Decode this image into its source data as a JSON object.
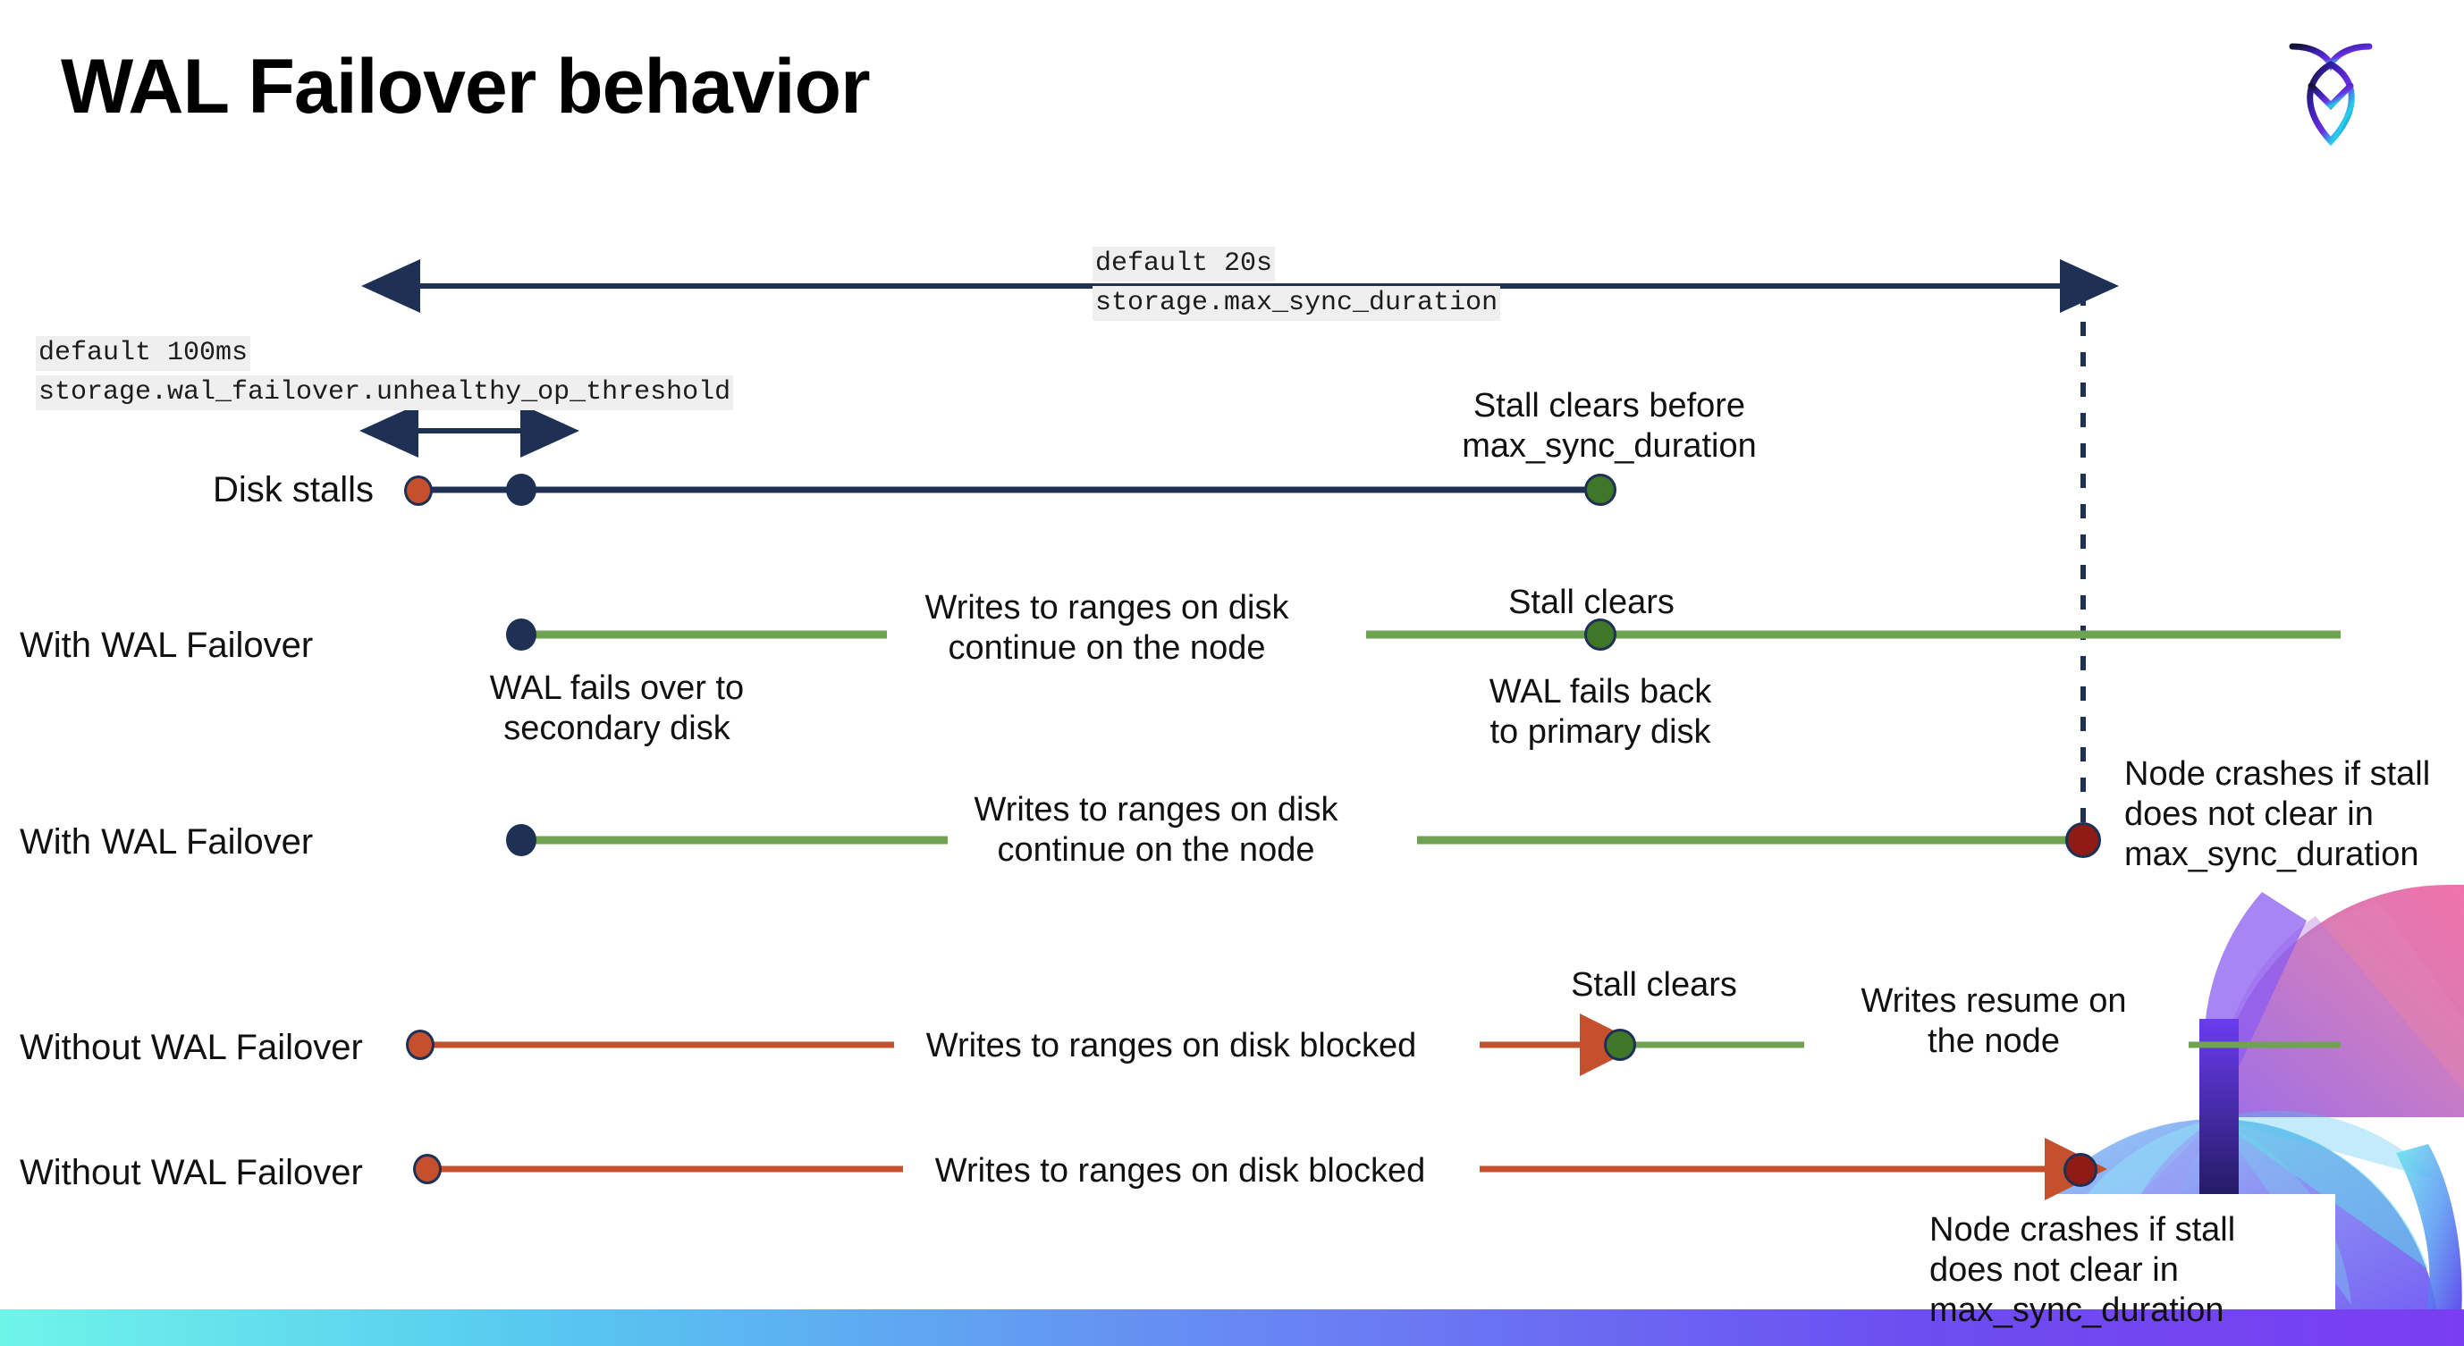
{
  "slide": {
    "title": "WAL Failover behavior",
    "logo_name": "cockroachdb-logo"
  },
  "annotations": {
    "max_sync": {
      "default": "default 20s",
      "setting": "storage.max_sync_duration"
    },
    "unhealthy": {
      "default": "default 100ms",
      "setting": "storage.wal_failover.unhealthy_op_threshold"
    }
  },
  "rows": [
    {
      "id": "disk-stalls",
      "label": "Disk stalls"
    },
    {
      "id": "with-wal-failover-1",
      "label": "With WAL Failover"
    },
    {
      "id": "with-wal-failover-2",
      "label": "With WAL Failover"
    },
    {
      "id": "without-wal-failover-1",
      "label": "Without WAL Failover"
    },
    {
      "id": "without-wal-failover-2",
      "label": "Without WAL Failover"
    }
  ],
  "callouts": {
    "stall_clears_before": "Stall clears before\nmax_sync_duration",
    "stall_clears_a": "Stall clears",
    "stall_clears_b": "Stall clears",
    "wal_fails_over": "WAL fails over to\nsecondary disk",
    "wal_fails_back": "WAL fails  back\nto primary disk",
    "writes_continue_1": "Writes to ranges on disk\ncontinue on the node",
    "writes_continue_2": "Writes to ranges on disk\ncontinue on the node",
    "writes_blocked_1": "Writes to ranges on disk  blocked",
    "writes_blocked_2": "Writes to ranges on disk  blocked",
    "writes_resume": "Writes resume on\nthe node",
    "node_crashes_1": "Node crashes if stall\ndoes not clear in\nmax_sync_duration",
    "node_crashes_2": "Node crashes if stall\ndoes not clear in\nmax_sync_duration"
  },
  "colors": {
    "navy": "#1f3055",
    "green_line": "#6fa352",
    "green_dot": "#3f7628",
    "red_line": "#c5502e",
    "red_dot": "#c5502e",
    "dark_red_dot": "#8f1b16",
    "code_bg": "#efefef",
    "text": "#111111"
  },
  "chart_data": {
    "type": "timeline",
    "title": "WAL Failover behavior",
    "xlabel": "",
    "ylabel": "",
    "legend": [],
    "grid": false,
    "spans": [
      {
        "name": "storage.max_sync_duration",
        "value": "20s",
        "kind": "double-arrow",
        "x_start": 460,
        "x_end": 2330,
        "y": 320
      },
      {
        "name": "storage.wal_failover.unhealthy_op_threshold",
        "value": "100ms",
        "kind": "double-arrow",
        "x_start": 460,
        "x_end": 600,
        "y": 482
      }
    ],
    "series": [
      {
        "name": "Disk stalls",
        "y": 548,
        "markers": [
          {
            "x": 468,
            "color": "#c5502e",
            "meaning": "stall-start"
          },
          {
            "x": 583,
            "color": "#1f3055",
            "meaning": "threshold-exceeded"
          },
          {
            "x": 1790,
            "color": "#3f7628",
            "meaning": "stall-clears"
          }
        ],
        "segments": [
          {
            "x1": 468,
            "x2": 1790,
            "color": "#1f3055"
          }
        ]
      },
      {
        "name": "With WAL Failover",
        "y": 710,
        "markers": [
          {
            "x": 583,
            "color": "#1f3055",
            "meaning": "wal-fails-over"
          },
          {
            "x": 1790,
            "color": "#3f7628",
            "meaning": "wal-fails-back"
          }
        ],
        "segments": [
          {
            "x1": 583,
            "x2": 992,
            "color": "#6fa352"
          },
          {
            "x1": 1528,
            "x2": 2618,
            "color": "#6fa352"
          }
        ]
      },
      {
        "name": "With WAL Failover",
        "y": 940,
        "markers": [
          {
            "x": 583,
            "color": "#1f3055",
            "meaning": "wal-fails-over"
          },
          {
            "x": 2330,
            "color": "#8f1b16",
            "meaning": "node-crashes"
          }
        ],
        "segments": [
          {
            "x1": 583,
            "x2": 1060,
            "color": "#6fa352"
          },
          {
            "x1": 1585,
            "x2": 2330,
            "color": "#6fa352"
          }
        ]
      },
      {
        "name": "Without WAL Failover",
        "y": 1169,
        "markers": [
          {
            "x": 470,
            "color": "#c5502e",
            "meaning": "stall-start"
          },
          {
            "x": 1812,
            "color": "#3f7628",
            "meaning": "stall-clears"
          }
        ],
        "segments": [
          {
            "x1": 470,
            "x2": 1000,
            "color": "#c5502e"
          },
          {
            "x1": 1655,
            "x2": 1790,
            "color": "#c5502e",
            "arrow": true
          },
          {
            "x1": 1830,
            "x2": 2018,
            "color": "#6fa352"
          },
          {
            "x1": 2448,
            "x2": 2618,
            "color": "#6fa352"
          }
        ]
      },
      {
        "name": "Without WAL Failover",
        "y": 1308,
        "markers": [
          {
            "x": 478,
            "color": "#c5502e",
            "meaning": "stall-start"
          },
          {
            "x": 2330,
            "color": "#8f1b16",
            "meaning": "node-crashes"
          }
        ],
        "segments": [
          {
            "x1": 478,
            "x2": 1010,
            "color": "#c5502e"
          },
          {
            "x1": 1655,
            "x2": 2310,
            "color": "#c5502e",
            "arrow": true
          }
        ]
      }
    ],
    "dashed_connector": {
      "x": 2330,
      "y_top": 320,
      "y_bottom": 940,
      "color": "#1f3055"
    }
  }
}
